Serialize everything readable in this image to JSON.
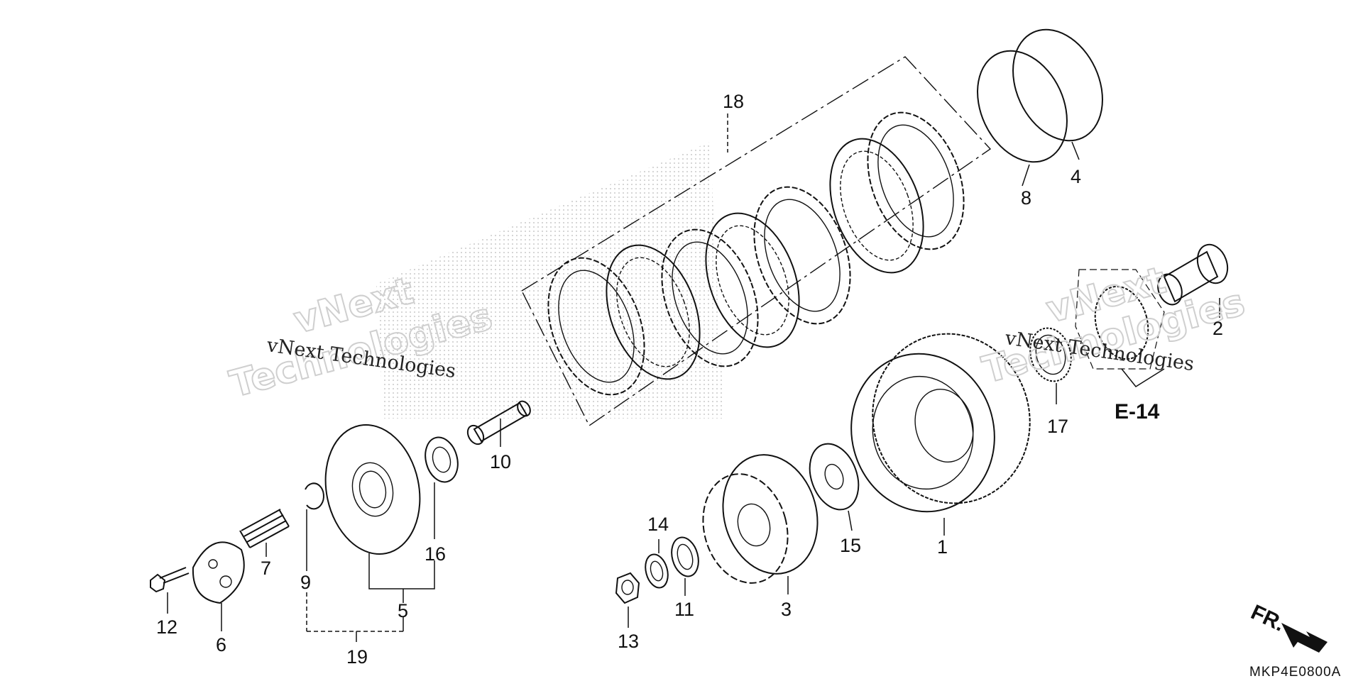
{
  "diagram": {
    "callouts": [
      {
        "id": "c1",
        "label": "1"
      },
      {
        "id": "c2",
        "label": "2"
      },
      {
        "id": "c3",
        "label": "3"
      },
      {
        "id": "c4",
        "label": "4"
      },
      {
        "id": "c5",
        "label": "5"
      },
      {
        "id": "c6",
        "label": "6"
      },
      {
        "id": "c7",
        "label": "7"
      },
      {
        "id": "c8",
        "label": "8"
      },
      {
        "id": "c9",
        "label": "9"
      },
      {
        "id": "c10",
        "label": "10"
      },
      {
        "id": "c11",
        "label": "11"
      },
      {
        "id": "c12",
        "label": "12"
      },
      {
        "id": "c13",
        "label": "13"
      },
      {
        "id": "c14",
        "label": "14"
      },
      {
        "id": "c15",
        "label": "15"
      },
      {
        "id": "c16",
        "label": "16"
      },
      {
        "id": "c17",
        "label": "17"
      },
      {
        "id": "c18",
        "label": "18"
      },
      {
        "id": "c19",
        "label": "19"
      }
    ],
    "section_ref": "E-14",
    "front_marker": "FR.",
    "drawing_code": "MKP4E0800A"
  },
  "watermarks": {
    "line_text": "vNext Technologies",
    "brand_line1": "vNext",
    "brand_line2": "Technologies"
  }
}
